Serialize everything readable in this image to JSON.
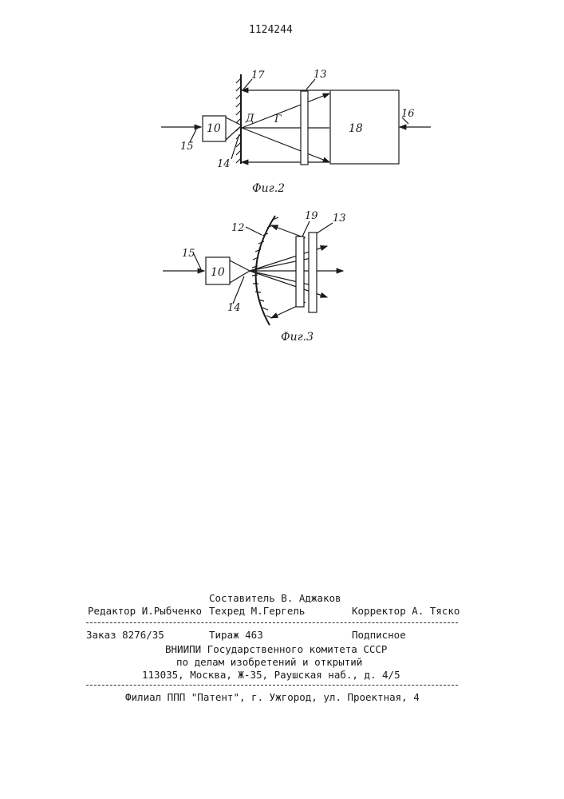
{
  "header": {
    "patent_number": "1124244"
  },
  "fig2": {
    "caption": "Фиг.2",
    "labels": {
      "l10": "10",
      "l13": "13",
      "l14": "14",
      "l15": "15",
      "l16": "16",
      "l17": "17",
      "l18": "18",
      "lD": "Д",
      "lG": "Г"
    }
  },
  "fig3": {
    "caption": "Фиг.3",
    "labels": {
      "l10": "10",
      "l12": "12",
      "l13": "13",
      "l14": "14",
      "l15": "15",
      "l19": "19"
    }
  },
  "footer": {
    "compiler": "Составитель В. Аджаков",
    "editor": "Редактор И.Рыбченко",
    "techred": "Техред М.Гергель",
    "corrector": "Корректор А. Тяско",
    "order": "Заказ 8276/35",
    "circulation": "Тираж 463",
    "subscription": "Подписное",
    "org_line1": "ВНИИПИ Государственного комитета СССР",
    "org_line2": "по делам изобретений и открытий",
    "address": "113035, Москва, Ж-35, Раушская наб., д. 4/5",
    "branch": "Филиал ППП \"Патент\", г. Ужгород, ул. Проектная, 4"
  }
}
